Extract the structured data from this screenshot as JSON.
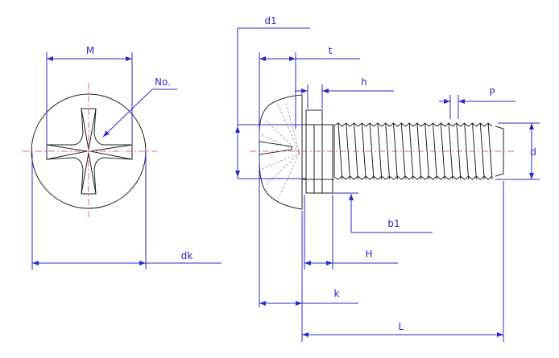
{
  "title": "Cross recessed pan head screw with spring washer and flat washer",
  "labels": {
    "M": "M",
    "no": "No.",
    "dk": "dk",
    "d1": "d1",
    "t": "t",
    "h": "h",
    "P": "P",
    "d": "d",
    "b1": "b1",
    "H": "H",
    "k": "k",
    "L": "L"
  },
  "colors": {
    "dimension": "#2a2ad0",
    "centerline": "#e0308a",
    "outline": "#222222"
  }
}
